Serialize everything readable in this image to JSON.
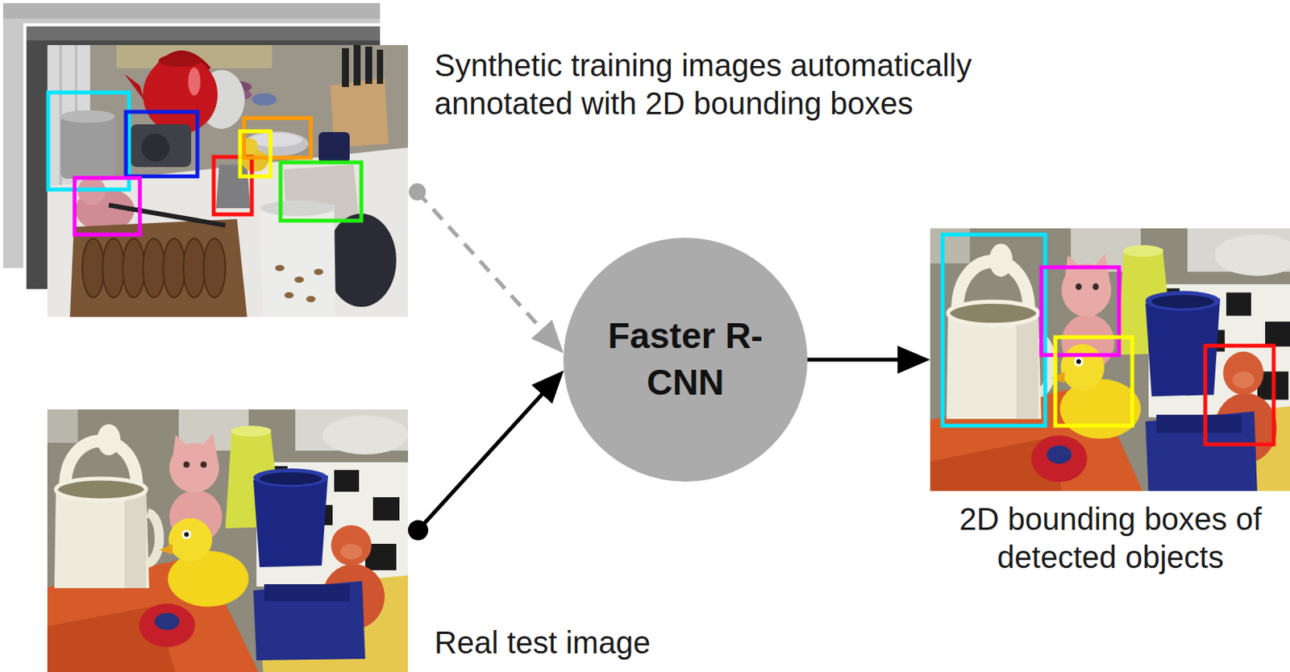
{
  "diagram": {
    "nodes": [
      {
        "text": [
          "Synthetic training images automatically annotated with 2D bounding boxes"
        ]
      },
      {
        "text": [
          "Faster R-CNN"
        ]
      },
      {
        "text": [
          "2D bounding boxes of detected objects"
        ]
      },
      {
        "text": [
          "Real test image"
        ]
      }
    ],
    "edges": [
      {
        "from": 0,
        "to": 1,
        "arrow": "to"
      },
      {
        "from": 3,
        "to": 1,
        "arrow": "to"
      },
      {
        "from": 1,
        "to": 2,
        "arrow": "to"
      }
    ]
  }
}
